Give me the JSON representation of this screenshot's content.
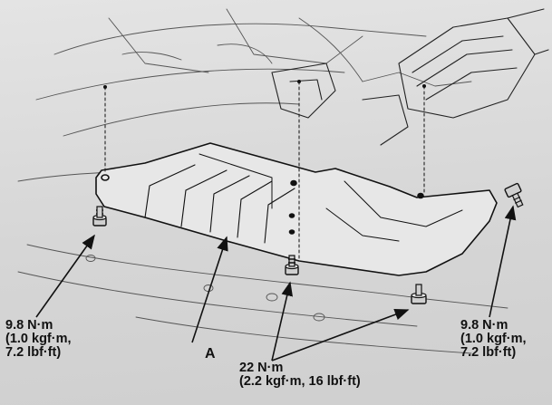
{
  "callouts": {
    "left_torque": {
      "line1": "9.8 N·m",
      "line2": "(1.0 kgf·m,",
      "line3": "7.2 lbf·ft)"
    },
    "right_torque": {
      "line1": "9.8 N·m",
      "line2": "(1.0 kgf·m,",
      "line3": "7.2 lbf·ft)"
    },
    "center_torque": {
      "line1": "22 N·m",
      "line2": "(2.2 kgf·m, 16 lbf·ft)"
    },
    "part_label": "A"
  },
  "colors": {
    "ink": "#111111",
    "paper": "#dcdcdc"
  }
}
